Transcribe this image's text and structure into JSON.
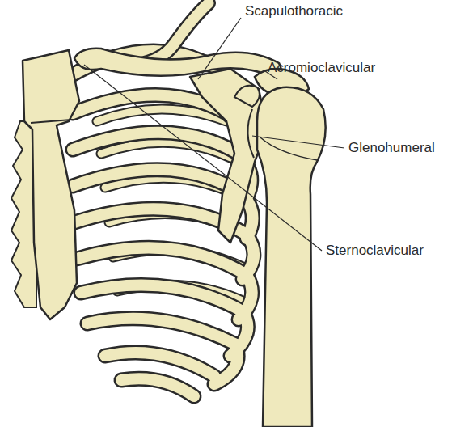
{
  "diagram": {
    "labels": [
      "Scapulothoracic",
      "Acromioclavicular",
      "Glenohumeral",
      "Sternoclavicular"
    ]
  }
}
